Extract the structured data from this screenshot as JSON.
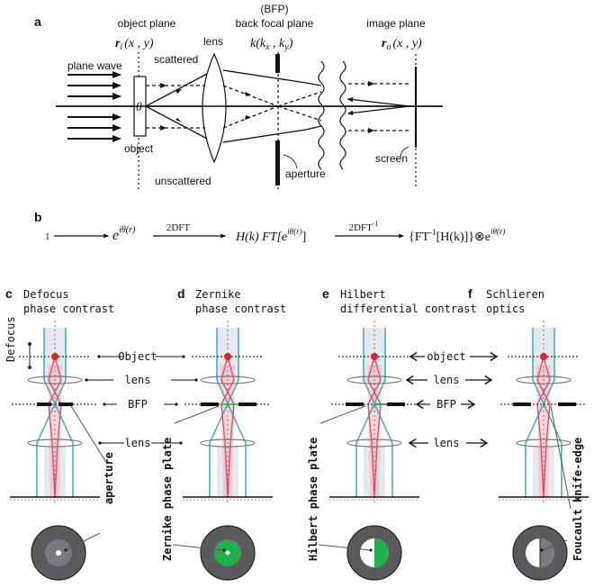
{
  "figure": {
    "panel_a": {
      "label": "a",
      "bfp_abbrev": "(BFP)",
      "object_plane": "object plane",
      "object_plane_coord": "r",
      "object_plane_coord_sub": "i",
      "object_plane_coord_args": "(x , y)",
      "back_focal_plane": "back focal plane",
      "bfp_coord": "k(k",
      "bfp_coord_sub_x": "x",
      "bfp_coord_mid": " , k",
      "bfp_coord_sub_y": "y",
      "bfp_coord_end": ")",
      "image_plane": "image plane",
      "image_plane_coord": "r",
      "image_plane_coord_sub": "o",
      "image_plane_coord_args": "(x , y)",
      "plane_wave": "plane wave",
      "lens": "lens",
      "scattered": "scattered",
      "unscattered": "unscattered",
      "object": "object",
      "theta": "θ",
      "aperture": "aperture",
      "screen": "screen"
    },
    "panel_b": {
      "label": "b",
      "start": "1",
      "step1": "e",
      "step1_exp": "iθ(r)",
      "arrow1_label": "2DFT",
      "step2_pre": "H(k) FT[e",
      "step2_exp": "iθ(r)",
      "step2_post": "]",
      "arrow2_label": "2DFT",
      "arrow2_sup": "-1",
      "step3_pre": "{FT",
      "step3_sup": "-1",
      "step3_mid": "[H(k)]}⊗e",
      "step3_exp": "iθ(r)"
    },
    "panels_cdef": {
      "center_labels_cd": {
        "object": "Object",
        "lens": "lens",
        "bfp": "BFP",
        "lens2": "lens"
      },
      "center_labels_ef": {
        "object": "object",
        "lens": "lens",
        "bfp": "BFP",
        "lens2": "lens"
      },
      "defocus": "Defocus",
      "panels": [
        {
          "label": "c",
          "title_line1": "Defocus",
          "title_line2": "phase contrast",
          "annotation": "aperture",
          "filter": "aperture"
        },
        {
          "label": "d",
          "title_line1": "Zernike",
          "title_line2": "phase contrast",
          "annotation": "Zernike phase plate",
          "filter": "zernike"
        },
        {
          "label": "e",
          "title_line1": "Hilbert",
          "title_line2": "differential contrast",
          "annotation": "Hilbert phase plate",
          "filter": "hilbert"
        },
        {
          "label": "f",
          "title_line1": "Schlieren",
          "title_line2": "optics",
          "annotation": "Foucault knife-edge",
          "filter": "foucault"
        }
      ]
    },
    "colors": {
      "ray_red": "#e0455a",
      "ray_blue": "#3aa6c8",
      "beam_fill": "#e6e8f0",
      "red_band": "#f4b4bc",
      "object_dot": "#e5202c",
      "plate_dark": "#5a5b5e",
      "aperture_mid": "#7a7b7f",
      "zernike_green": "#1fb14a"
    }
  }
}
